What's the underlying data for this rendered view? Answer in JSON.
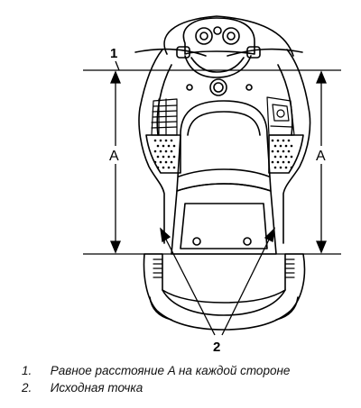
{
  "callouts": {
    "reference_line_1": "1",
    "reference_points_2": "2",
    "distance_left": "A",
    "distance_right": "A"
  },
  "legend": [
    {
      "number": "1.",
      "text": "Равное расстояние A на каждой стороне"
    },
    {
      "number": "2.",
      "text": "Исходная точка"
    }
  ],
  "colors": {
    "ink": "#000000",
    "background": "#ffffff"
  }
}
